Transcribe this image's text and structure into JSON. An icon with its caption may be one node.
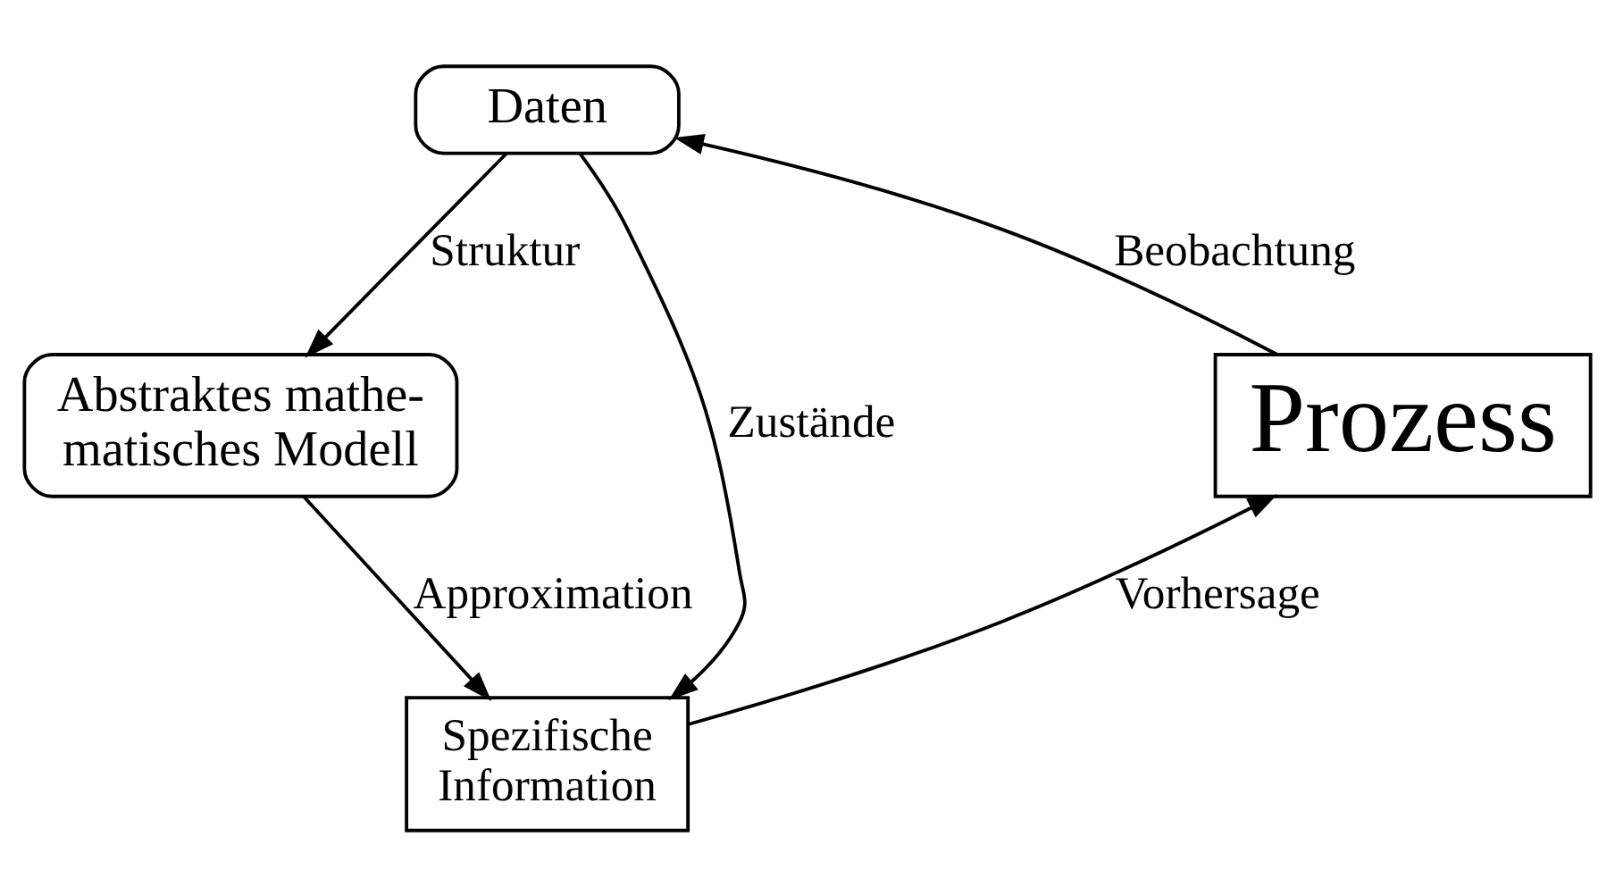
{
  "diagram": {
    "nodes": [
      {
        "text": [
          "Daten"
        ]
      },
      {
        "text": [
          "Abstraktes mathe- matisches Modell"
        ]
      },
      {
        "text": [
          "Spezifische Information"
        ]
      },
      {
        "text": [
          "Prozess"
        ]
      }
    ],
    "edges": [
      {
        "from": 3,
        "to": 0,
        "arrow": "to",
        "label": "Beobachtung"
      },
      {
        "from": 0,
        "to": 1,
        "arrow": "to",
        "label": "Struktur"
      },
      {
        "from": 0,
        "to": 2,
        "arrow": "to",
        "label": "Zustände"
      },
      {
        "from": 1,
        "to": 2,
        "arrow": "to",
        "label": "Approximation"
      },
      {
        "from": 2,
        "to": 3,
        "arrow": "to",
        "label": "Vorhersage"
      }
    ]
  }
}
